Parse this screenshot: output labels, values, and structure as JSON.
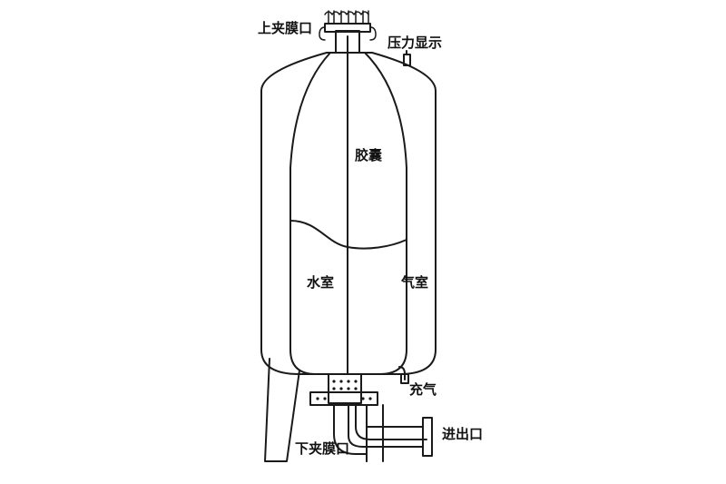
{
  "labels": {
    "upper_clamp_port": "上夹膜口",
    "pressure_display": "压力显示",
    "bladder": "胶囊",
    "water_chamber": "水室",
    "air_chamber": "气室",
    "charging": "充气",
    "lower_clamp_port": "下夹膜口",
    "inlet_outlet": "进出口"
  },
  "colors": {
    "line": "#1a1a1a",
    "background": "#ffffff"
  }
}
